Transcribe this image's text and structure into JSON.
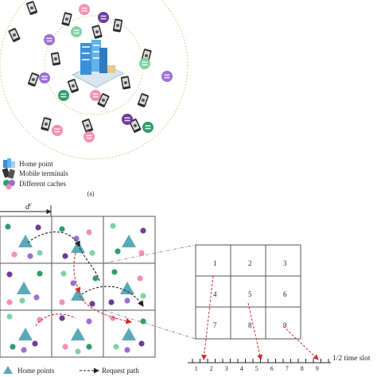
{
  "legend_a": {
    "home_point": "Home point",
    "mobile_terminals": "Mobile terminals",
    "different_caches": "Different caches"
  },
  "caption_a": "(a)",
  "dc_label": "d",
  "dc_superscript": "c",
  "grid_numbers": [
    "1",
    "2",
    "3",
    "4",
    "5",
    "6",
    "7",
    "8",
    "9"
  ],
  "timeline_ticks": [
    "1",
    "2",
    "3",
    "4",
    "5",
    "6",
    "7",
    "8",
    "9"
  ],
  "timeline_label": "1/2 time slot",
  "legend_b": {
    "home_points": "Home points",
    "request_path": "Request path"
  },
  "colors": {
    "home": "#5aa9b8",
    "cache_green": "#2e9e6b",
    "cache_purple": "#6a3d9a",
    "cache_pink": "#f48fb1",
    "cache_lightgreen": "#7ed3a4",
    "cache_violet": "#9c6fd6",
    "path_red": "#d62c2c",
    "ring": "#d9d9a8"
  }
}
